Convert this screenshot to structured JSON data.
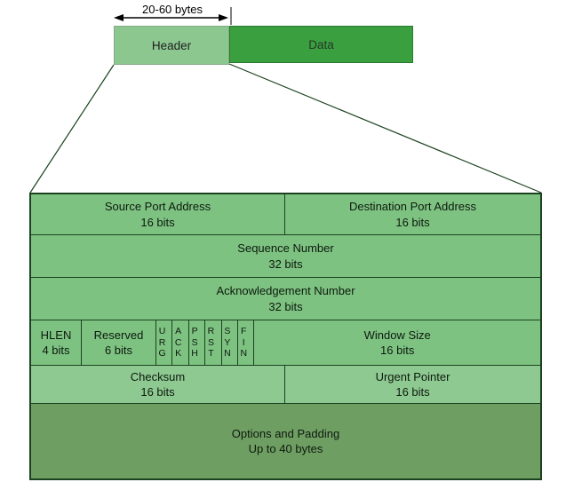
{
  "top": {
    "measure_label": "20-60 bytes",
    "header_box_label": "Header",
    "data_box_label": "Data"
  },
  "header_fields": {
    "source_port": {
      "title": "Source Port Address",
      "size": "16 bits"
    },
    "dest_port": {
      "title": "Destination Port Address",
      "size": "16 bits"
    },
    "sequence": {
      "title": "Sequence Number",
      "size": "32 bits"
    },
    "ack_number": {
      "title": "Acknowledgement Number",
      "size": "32 bits"
    },
    "hlen": {
      "title": "HLEN",
      "size": "4 bits"
    },
    "reserved": {
      "title": "Reserved",
      "size": "6 bits"
    },
    "flags": {
      "urg": "U\nR\nG",
      "ack": "A\nC\nK",
      "psh": "P\nS\nH",
      "rst": "R\nS\nT",
      "syn": "S\nY\nN",
      "fin": "F\nI\nN"
    },
    "window": {
      "title": "Window Size",
      "size": "16 bits"
    },
    "checksum": {
      "title": "Checksum",
      "size": "16 bits"
    },
    "urgent": {
      "title": "Urgent Pointer",
      "size": "16 bits"
    },
    "options": {
      "title": "Options and Padding",
      "size": "Up to 40 bytes"
    }
  },
  "colors": {
    "row_fill": "#7ec282",
    "checksum_row_fill": "#8fc992",
    "options_row_fill": "#6f9e63",
    "header_box_fill": "#8cc790",
    "data_box_fill": "#3aa03f",
    "table_border": "#1b421e"
  }
}
